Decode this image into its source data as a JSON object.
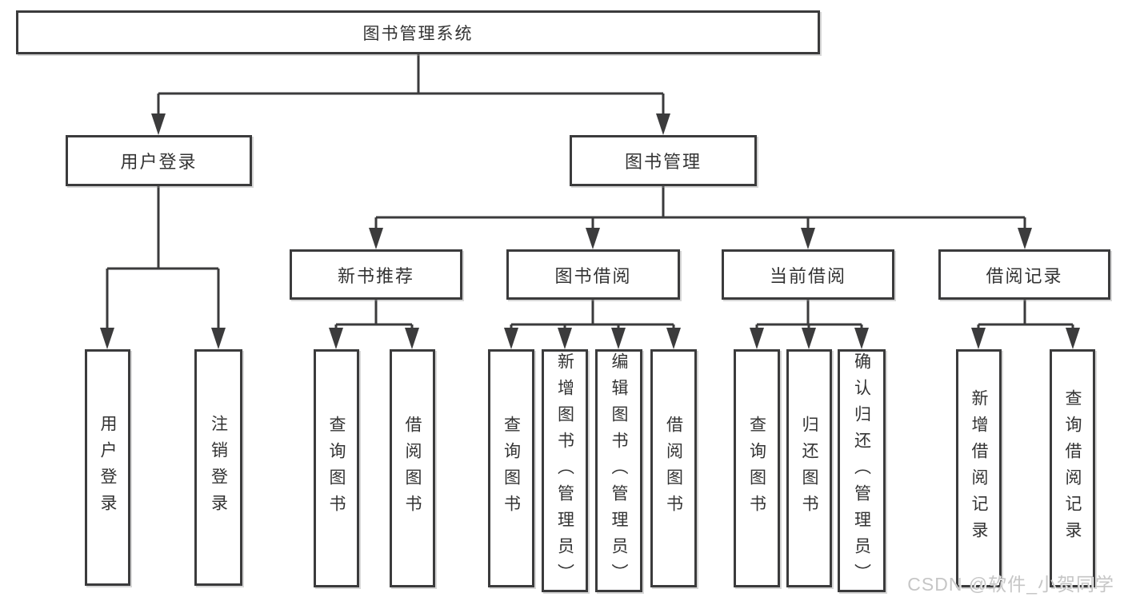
{
  "diagram_title": "图书管理系统",
  "nodes": {
    "root": "图书管理系统",
    "user_login": "用户登录",
    "book_mgmt": "图书管理",
    "new_book_rec": "新书推荐",
    "book_borrow": "图书借阅",
    "current_borrow": "当前借阅",
    "borrow_record": "借阅记录",
    "leaf_user_login": "用户登录",
    "leaf_logout": "注销登录",
    "rec_query_book": "查询图书",
    "rec_borrow_book": "借阅图书",
    "bb_query_book": "查询图书",
    "bb_add_book": "新增图书（管理员）",
    "bb_edit_book": "编辑图书（管理员）",
    "bb_borrow_book": "借阅图书",
    "cb_query_book": "查询图书",
    "cb_return_book": "归还图书",
    "cb_confirm_return": "确认归还（管理员）",
    "br_add_record": "新增借阅记录",
    "br_query_record": "查询借阅记录"
  },
  "hierarchy": {
    "图书管理系统": {
      "用户登录": [
        "用户登录",
        "注销登录"
      ],
      "图书管理": {
        "新书推荐": [
          "查询图书",
          "借阅图书"
        ],
        "图书借阅": [
          "查询图书",
          "新增图书（管理员）",
          "编辑图书（管理员）",
          "借阅图书"
        ],
        "当前借阅": [
          "查询图书",
          "归还图书",
          "确认归还（管理员）"
        ],
        "借阅记录": [
          "新增借阅记录",
          "查询借阅记录"
        ]
      }
    }
  },
  "watermark": "CSDN @软件_小贺同学",
  "colors": {
    "line": "#3b3b3c",
    "box_border": "#3b3b3c",
    "text": "#333333",
    "watermark": "#c6c6c6",
    "background": "#ffffff"
  }
}
